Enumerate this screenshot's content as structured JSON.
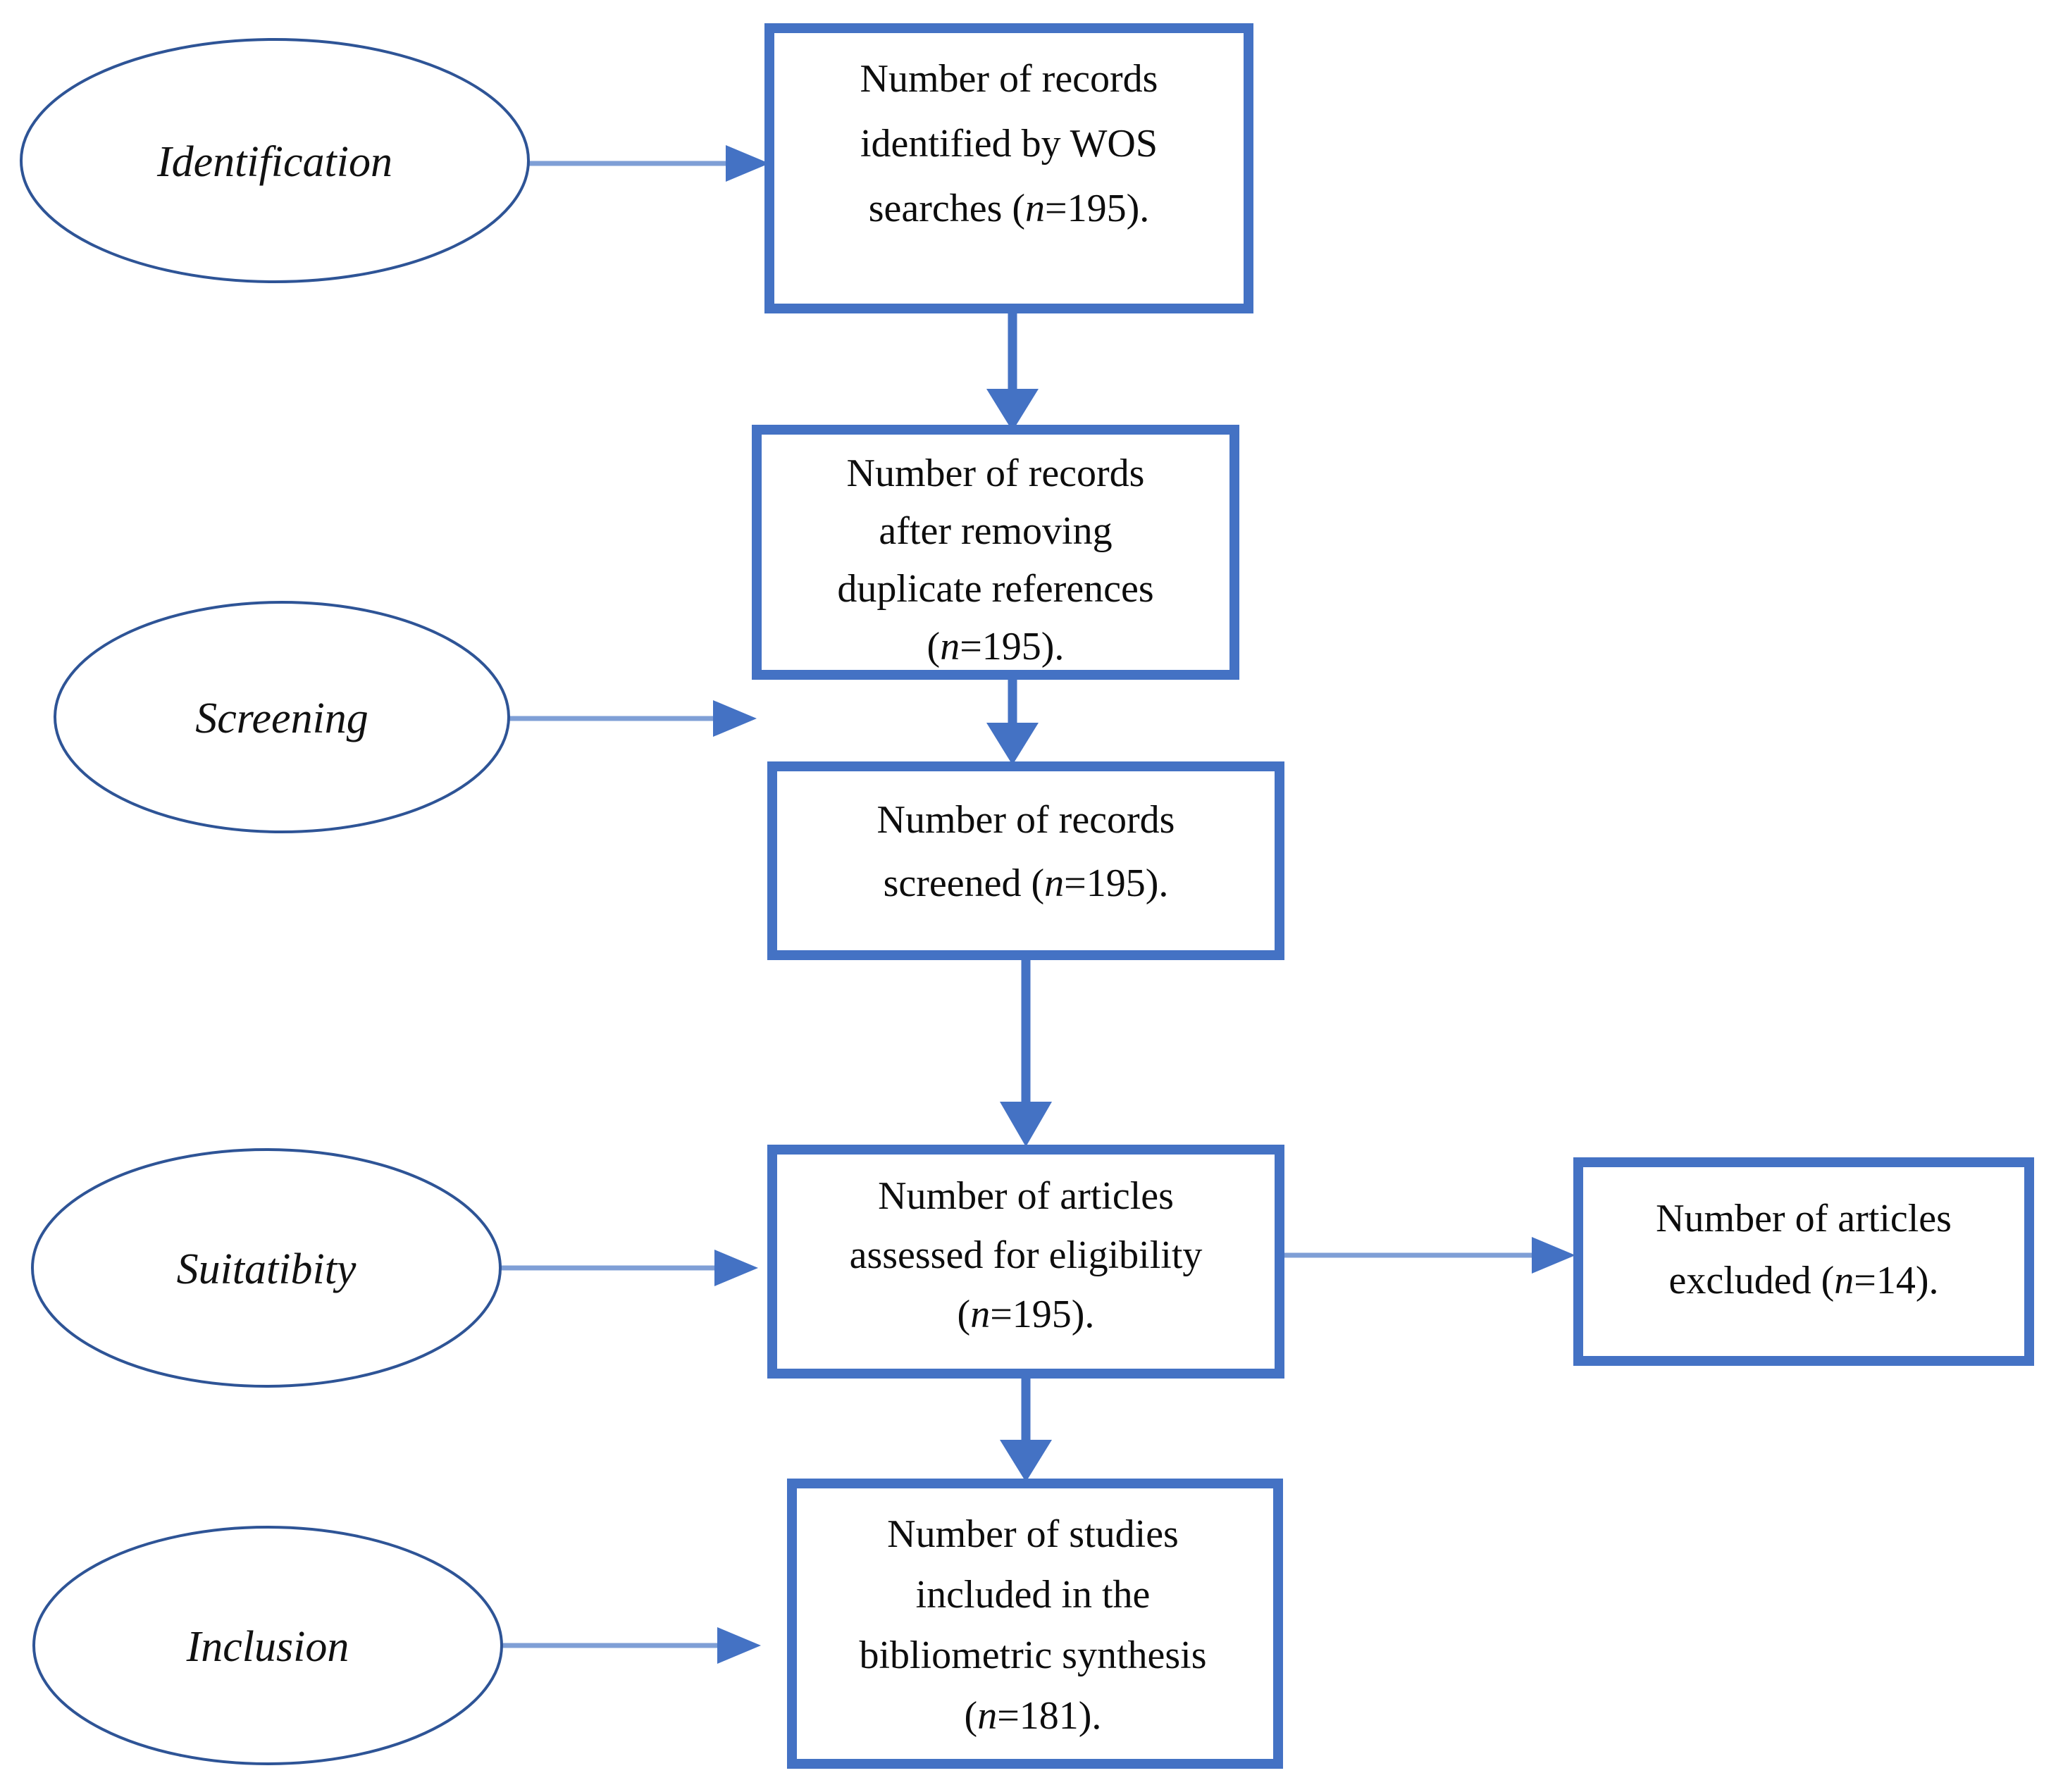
{
  "diagram": {
    "type": "prisma-flow-diagram",
    "title": "",
    "colors": {
      "box_border": "#4472C4",
      "ellipse_border": "#2E5496",
      "vertical_arrow": "#4472C4",
      "horizontal_arrow": "#7F9FD6",
      "text": "#0D0D0D",
      "background": "#FFFFFF"
    },
    "stages": [
      {
        "id": "identification",
        "label": "Identification"
      },
      {
        "id": "screening",
        "label": "Screening"
      },
      {
        "id": "suitability",
        "label": "Suitatibity"
      },
      {
        "id": "inclusion",
        "label": "Inclusion"
      }
    ],
    "boxes": [
      {
        "id": "records-identified",
        "lines": [
          {
            "text": "Number of records"
          },
          {
            "text": "identified by WOS"
          },
          {
            "pre": "searches (",
            "n": "n",
            "post": "=195)."
          }
        ],
        "count_label": "n=195",
        "count_value": 195
      },
      {
        "id": "records-after-duplicates",
        "lines": [
          {
            "text": "Number of records"
          },
          {
            "text": "after removing"
          },
          {
            "text": "duplicate references"
          },
          {
            "pre": "(",
            "n": "n",
            "post": "=195)."
          }
        ],
        "count_label": "n=195",
        "count_value": 195
      },
      {
        "id": "records-screened",
        "lines": [
          {
            "text": "Number of records"
          },
          {
            "pre": "screened (",
            "n": "n",
            "post": "=195)."
          }
        ],
        "count_label": "n=195",
        "count_value": 195
      },
      {
        "id": "articles-assessed",
        "lines": [
          {
            "text": "Number of articles"
          },
          {
            "text": "assessed for eligibility"
          },
          {
            "pre": "(",
            "n": "n",
            "post": "=195)."
          }
        ],
        "count_label": "n=195",
        "count_value": 195
      },
      {
        "id": "articles-excluded",
        "lines": [
          {
            "text": "Number of articles"
          },
          {
            "pre": "excluded (",
            "n": "n",
            "post": "=14)."
          }
        ],
        "count_label": "n=14",
        "count_value": 14
      },
      {
        "id": "studies-included",
        "lines": [
          {
            "text": "Number of studies"
          },
          {
            "text": "included in the"
          },
          {
            "text": "bibliometric synthesis"
          },
          {
            "pre": "(",
            "n": "n",
            "post": "=181)."
          }
        ],
        "count_label": "n=181",
        "count_value": 181
      }
    ],
    "connectors": [
      {
        "id": "identification-to-records-identified",
        "from": "identification",
        "to": "records-identified",
        "direction": "horizontal"
      },
      {
        "id": "records-identified-to-after-duplicates",
        "from": "records-identified",
        "to": "records-after-duplicates",
        "direction": "vertical"
      },
      {
        "id": "screening-to-records-screened",
        "from": "screening",
        "to": "records-screened",
        "direction": "horizontal"
      },
      {
        "id": "after-duplicates-to-screened",
        "from": "records-after-duplicates",
        "to": "records-screened",
        "direction": "vertical"
      },
      {
        "id": "screened-to-assessed",
        "from": "records-screened",
        "to": "articles-assessed",
        "direction": "vertical"
      },
      {
        "id": "suitability-to-assessed",
        "from": "suitability",
        "to": "articles-assessed",
        "direction": "horizontal"
      },
      {
        "id": "assessed-to-excluded",
        "from": "articles-assessed",
        "to": "articles-excluded",
        "direction": "horizontal"
      },
      {
        "id": "assessed-to-included",
        "from": "articles-assessed",
        "to": "studies-included",
        "direction": "vertical"
      },
      {
        "id": "inclusion-to-included",
        "from": "inclusion",
        "to": "studies-included",
        "direction": "horizontal"
      }
    ]
  }
}
